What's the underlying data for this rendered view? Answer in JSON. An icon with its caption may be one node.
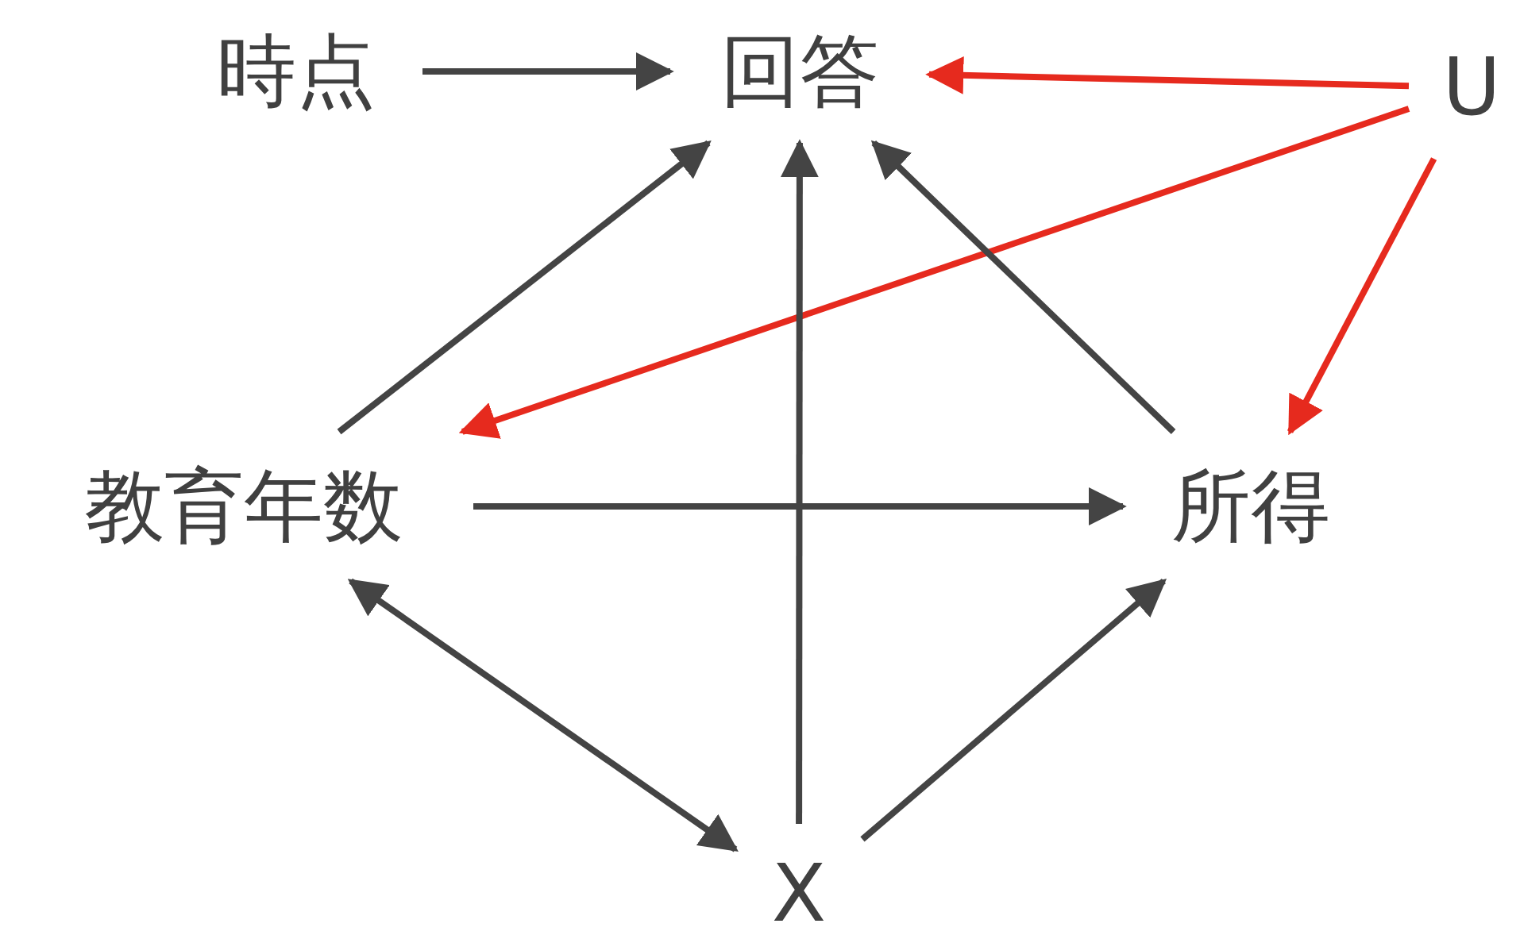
{
  "diagram": {
    "nodes": [
      {
        "text": [
          "時点"
        ]
      },
      {
        "text": [
          "回答"
        ]
      },
      {
        "text": [
          "U"
        ]
      },
      {
        "text": [
          "教育年数"
        ]
      },
      {
        "text": [
          "所得"
        ]
      },
      {
        "text": [
          "X"
        ]
      }
    ],
    "edges": [
      {
        "from": 0,
        "to": 1,
        "arrow": "to"
      },
      {
        "from": 2,
        "to": 1,
        "arrow": "to",
        "color": "#e62a1e"
      },
      {
        "from": 2,
        "to": 3,
        "arrow": "to",
        "color": "#e62a1e"
      },
      {
        "from": 2,
        "to": 4,
        "arrow": "to",
        "color": "#e62a1e"
      },
      {
        "from": 3,
        "to": 1,
        "arrow": "to"
      },
      {
        "from": 5,
        "to": 1,
        "arrow": "to"
      },
      {
        "from": 4,
        "to": 1,
        "arrow": "to"
      },
      {
        "from": 3,
        "to": 4,
        "arrow": "to"
      },
      {
        "from": 3,
        "to": 5,
        "arrow": "both"
      },
      {
        "from": 5,
        "to": 4,
        "arrow": "to"
      }
    ]
  }
}
